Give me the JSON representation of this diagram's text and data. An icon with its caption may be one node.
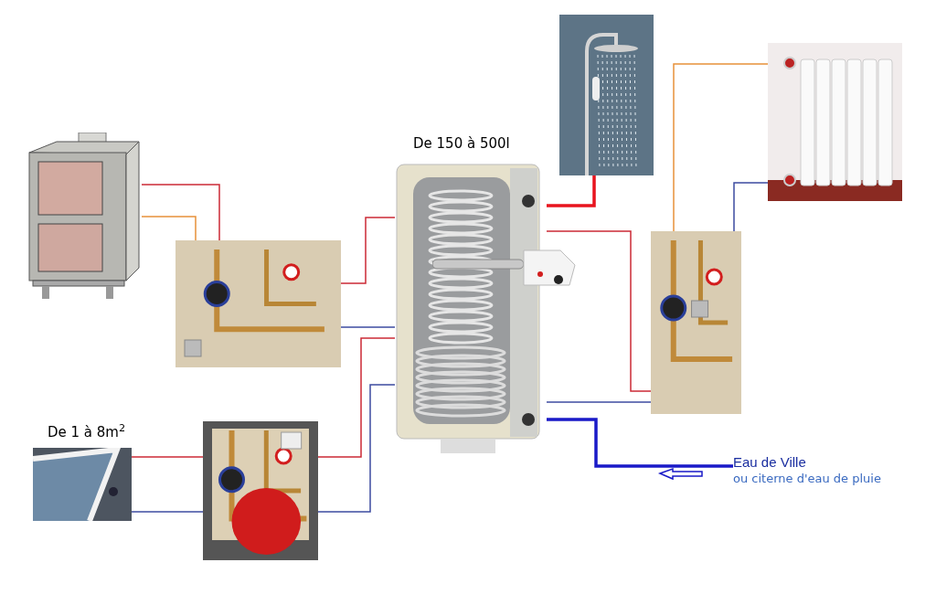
{
  "diagram": {
    "nodes": [
      {
        "text": [],
        "shape": "picture"
      },
      {
        "text": [],
        "shape": "picture"
      },
      {
        "text": [],
        "shape": "picture",
        "beside": [
          "De 1 à 8m$^{2}$"
        ]
      },
      {
        "text": [],
        "shape": "picture"
      },
      {
        "text": [],
        "shape": "picture",
        "beside": [
          "De 150 à 500l"
        ]
      },
      {
        "text": [],
        "shape": "picture"
      },
      {
        "text": [],
        "shape": "picture"
      },
      {
        "text": [],
        "shape": "picture"
      },
      {
        "text": [],
        "shape": "picture"
      },
      {
        "text": [
          "Eau de Ville",
          "ou citerne d'eau de pluie"
        ]
      }
    ],
    "edges": [
      {
        "from": 0,
        "to": 1,
        "arrow": "none"
      },
      {
        "from": 0,
        "to": 1,
        "arrow": "none",
        "color": "#e8913a"
      },
      {
        "from": 1,
        "to": 4,
        "arrow": "none"
      },
      {
        "from": 1,
        "to": 4,
        "arrow": "none",
        "color": "#3c4ba0"
      },
      {
        "from": 2,
        "to": 3,
        "arrow": "none"
      },
      {
        "from": 2,
        "to": 3,
        "arrow": "none",
        "color": "#3c4ba0"
      },
      {
        "from": 3,
        "to": 4,
        "arrow": "none"
      },
      {
        "from": 3,
        "to": 4,
        "arrow": "none",
        "color": "#3c4ba0"
      },
      {
        "from": 4,
        "to": 6,
        "arrow": "none",
        "style": "thick",
        "color": "#e8141e"
      },
      {
        "from": 4,
        "to": 8,
        "arrow": "none"
      },
      {
        "from": 4,
        "to": 8,
        "arrow": "none",
        "color": "#3c4ba0"
      },
      {
        "from": 8,
        "to": 7,
        "arrow": "none",
        "color": "#e8913a"
      },
      {
        "from": 8,
        "to": 7,
        "arrow": "none",
        "color": "#3c4ba0"
      },
      {
        "from": 4,
        "to": 9,
        "arrow": "none",
        "style": "thick",
        "color": "#1a1ac8"
      }
    ]
  }
}
